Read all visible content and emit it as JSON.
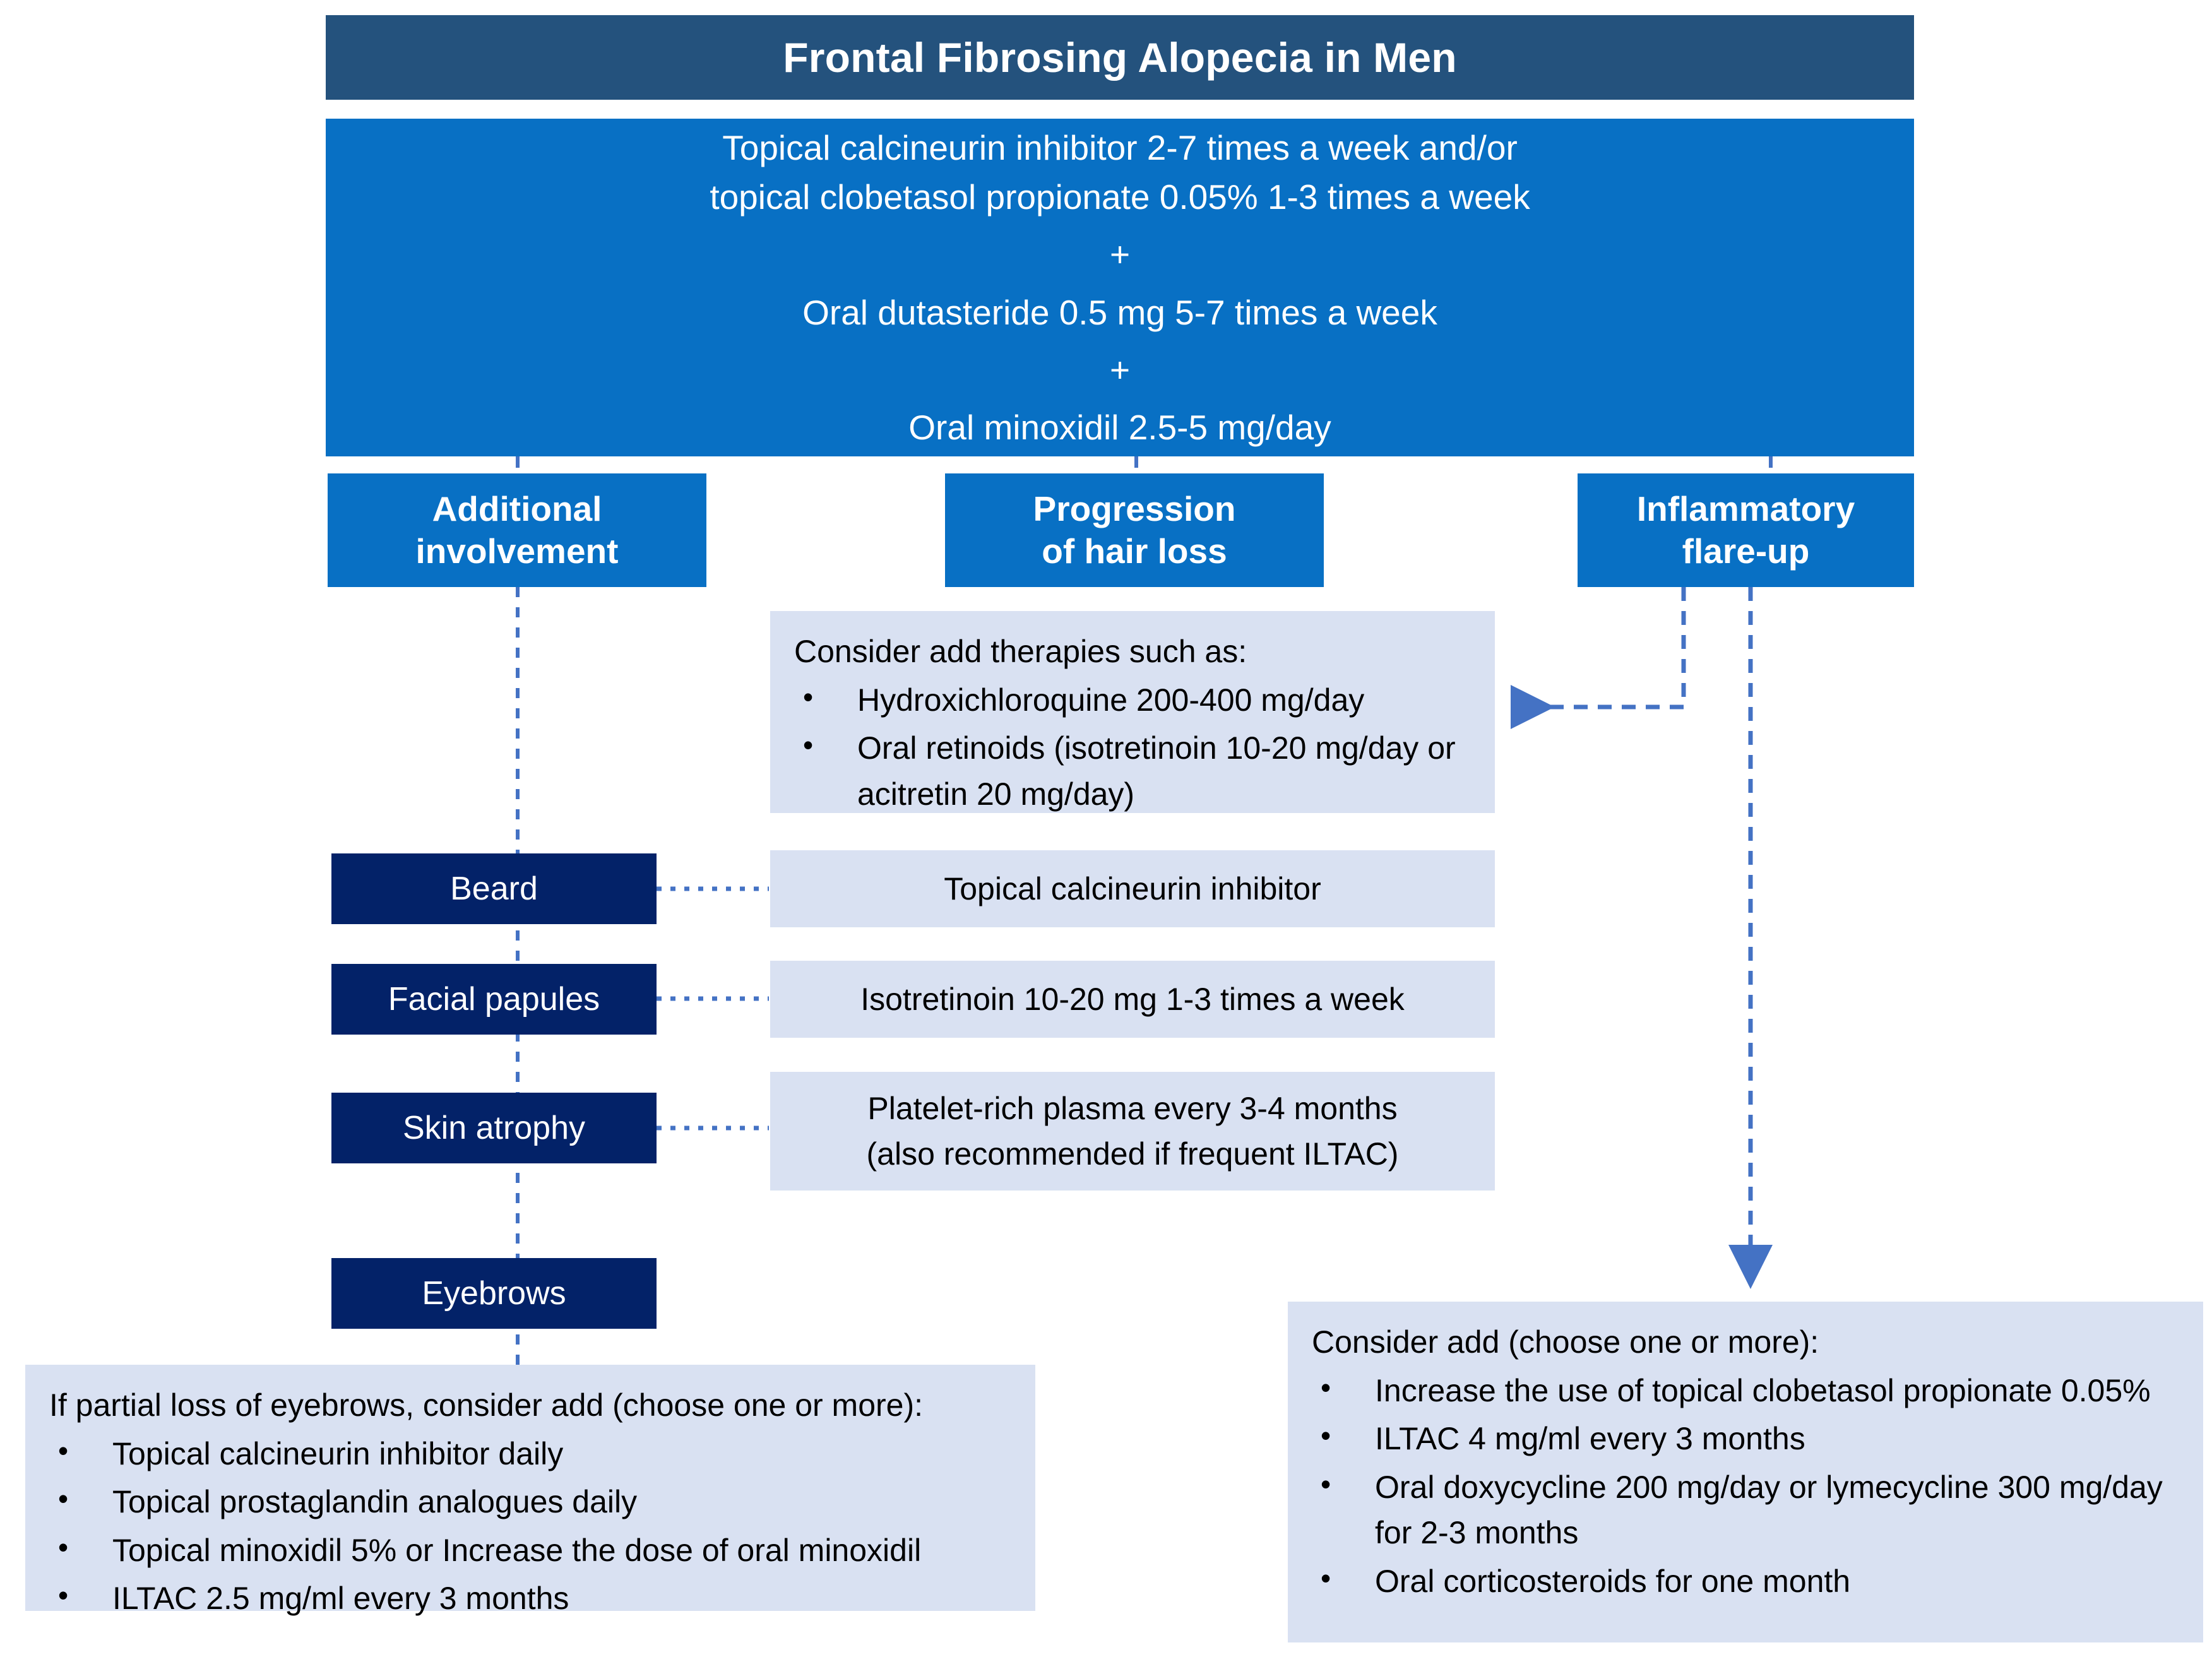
{
  "header": {
    "title": "Frontal Fibrosing Alopecia in Men"
  },
  "main_treatment": {
    "line1": "Topical calcineurin inhibitor 2-7 times a week and/or",
    "line2": "topical clobetasol propionate 0.05% 1-3 times a week",
    "plus1": "+",
    "line3": "Oral dutasteride 0.5 mg 5-7 times a week",
    "plus2": "+",
    "line4": "Oral minoxidil 2.5-5 mg/day"
  },
  "branches": {
    "additional": {
      "line1": "Additional",
      "line2": "involvement"
    },
    "progression": {
      "line1": "Progression",
      "line2": "of hair loss"
    },
    "inflammatory": {
      "line1": "Inflammatory",
      "line2": "flare-up"
    }
  },
  "progression_panel": {
    "lead": "Consider add therapies such as:",
    "items": [
      "Hydroxichloroquine 200-400 mg/day",
      "Oral retinoids (isotretinoin 10-20 mg/day or acitretin 20 mg/day)"
    ]
  },
  "involvement_rows": [
    {
      "label": "Beard",
      "treatment_line1": "Topical calcineurin inhibitor",
      "treatment_line2": ""
    },
    {
      "label": "Facial papules",
      "treatment_line1": "Isotretinoin 10-20 mg 1-3 times a week",
      "treatment_line2": ""
    },
    {
      "label": "Skin atrophy",
      "treatment_line1": "Platelet-rich plasma every 3-4 months",
      "treatment_line2": "(also recommended if frequent ILTAC)"
    },
    {
      "label": "Eyebrows",
      "treatment_line1": "",
      "treatment_line2": ""
    }
  ],
  "eyebrows_panel": {
    "lead": "If partial loss of eyebrows, consider add (choose one or more):",
    "items": [
      "Topical calcineurin inhibitor daily",
      "Topical prostaglandin analogues daily",
      "Topical minoxidil 5% or Increase the dose of oral minoxidil",
      "ILTAC 2.5 mg/ml every 3 months"
    ]
  },
  "flare_panel": {
    "lead": "Consider add (choose one or more):",
    "items": [
      "Increase the use of topical clobetasol propionate 0.05%",
      "ILTAC 4 mg/ml every 3 months",
      "Oral doxycycline 200 mg/day or lymecycline 300 mg/day for 2-3 months",
      "Oral corticosteroids for one month"
    ]
  },
  "colors": {
    "title_navy": "#24527d",
    "primary_blue": "#0870c4",
    "label_navy": "#032268",
    "panel_light": "#d9e1f2",
    "connector_blue": "#4472c4"
  }
}
